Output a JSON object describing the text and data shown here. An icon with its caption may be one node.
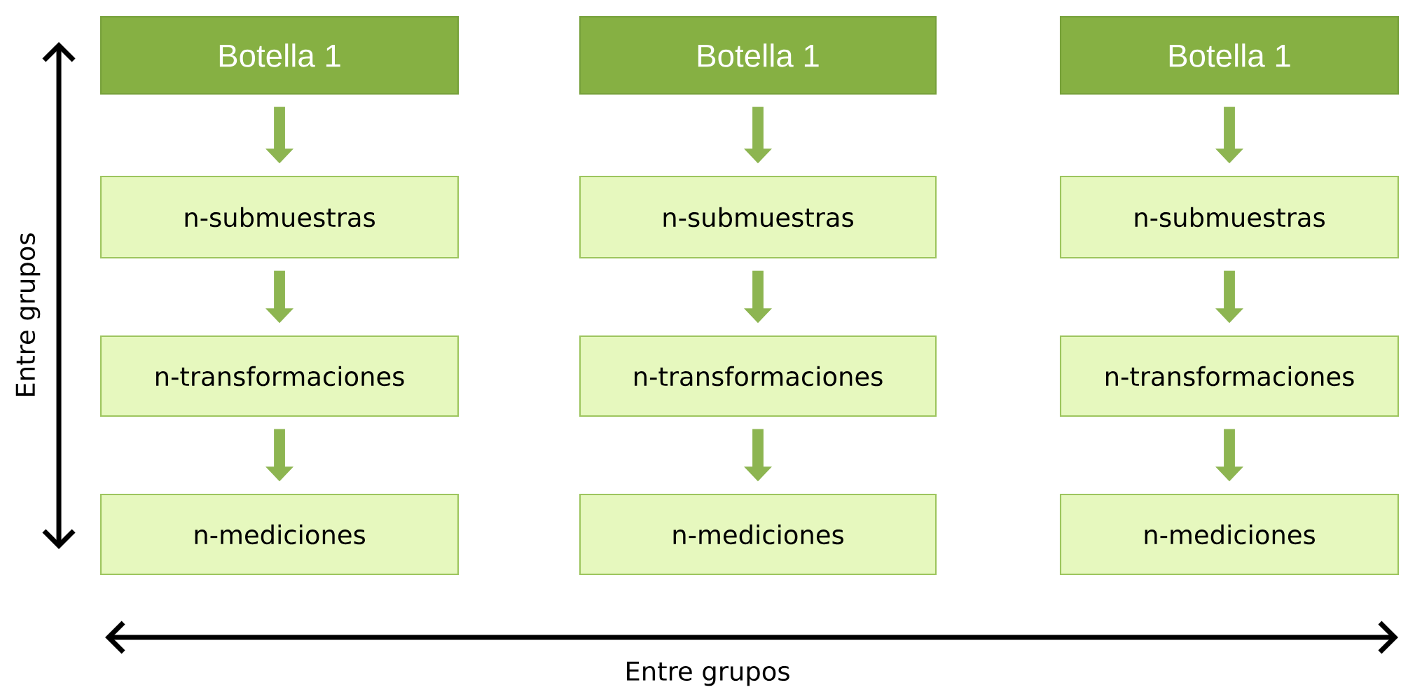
{
  "diagram": {
    "nodes": [
      {
        "text": [
          "Botella 1"
        ]
      },
      {
        "text": [
          "n-submuestras"
        ]
      },
      {
        "text": [
          "n-transformaciones"
        ]
      },
      {
        "text": [
          "n-mediciones"
        ]
      },
      {
        "text": [
          "Botella 1"
        ]
      },
      {
        "text": [
          "n-submuestras"
        ]
      },
      {
        "text": [
          "n-transformaciones"
        ]
      },
      {
        "text": [
          "n-mediciones"
        ]
      },
      {
        "text": [
          "Botella 1"
        ]
      },
      {
        "text": [
          "n-submuestras"
        ]
      },
      {
        "text": [
          "n-transformaciones"
        ]
      },
      {
        "text": [
          "n-mediciones"
        ]
      }
    ],
    "edges": [
      {
        "from": 0,
        "to": 1,
        "arrow": "to"
      },
      {
        "from": 1,
        "to": 2,
        "arrow": "to"
      },
      {
        "from": 2,
        "to": 3,
        "arrow": "to"
      },
      {
        "from": 4,
        "to": 5,
        "arrow": "to"
      },
      {
        "from": 5,
        "to": 6,
        "arrow": "to"
      },
      {
        "from": 6,
        "to": 7,
        "arrow": "to"
      },
      {
        "from": 8,
        "to": 9,
        "arrow": "to"
      },
      {
        "from": 9,
        "to": 10,
        "arrow": "to"
      },
      {
        "from": 10,
        "to": 11,
        "arrow": "to"
      }
    ],
    "labels": [
      "Entre grupos",
      "Entre grupos"
    ]
  }
}
